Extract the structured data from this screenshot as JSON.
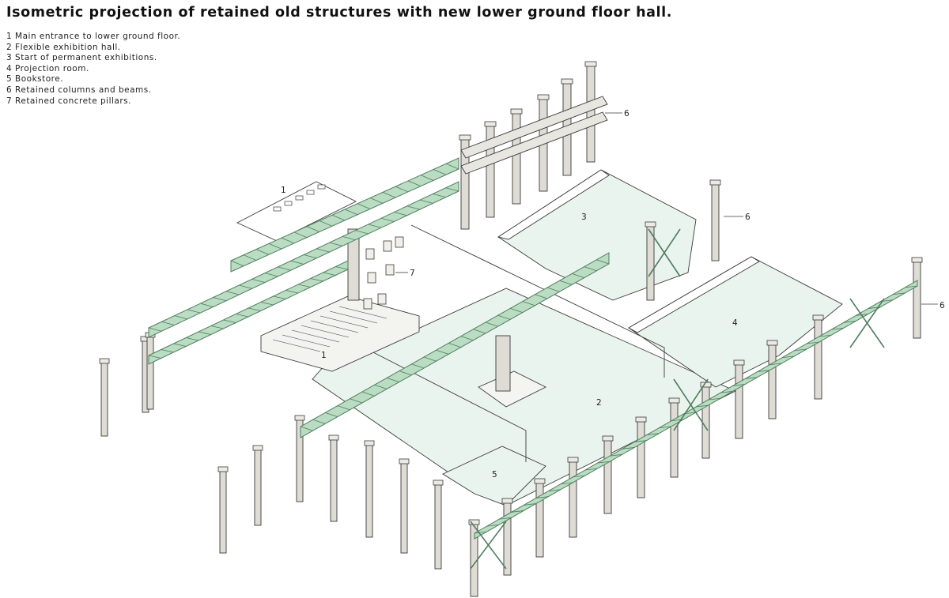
{
  "title": "Isometric projection of retained old structures with new lower ground floor hall.",
  "legend": [
    {
      "num": "1",
      "text": "Main entrance to lower ground floor."
    },
    {
      "num": "2",
      "text": "Flexible exhibition hall."
    },
    {
      "num": "3",
      "text": "Start of permanent exhibitions."
    },
    {
      "num": "4",
      "text": "Projection room."
    },
    {
      "num": "5",
      "text": "Bookstore."
    },
    {
      "num": "6",
      "text": "Retained columns and beams."
    },
    {
      "num": "7",
      "text": "Retained concrete pillars."
    }
  ],
  "callouts": {
    "entrance_top": "1",
    "entrance_bottom": "1",
    "exhibition_hall": "2",
    "permanent_exhibitions": "3",
    "projection_room": "4",
    "bookstore": "5",
    "columns_top": "6",
    "columns_mid": "6",
    "columns_right": "6",
    "pillars": "7"
  },
  "colors": {
    "floor_fill": "#eaf4ee",
    "truss_fill": "#b9dcc3",
    "truss_stroke": "#4f7d5c",
    "column_fill": "#dedcd5",
    "line": "#3a3a3a"
  }
}
